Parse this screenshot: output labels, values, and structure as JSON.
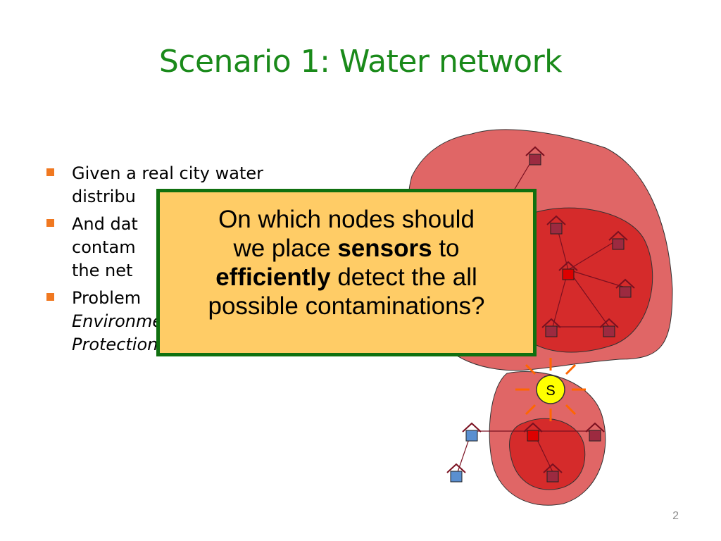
{
  "slide": {
    "title": "Scenario 1: Water network",
    "page_number": "2"
  },
  "bullets": [
    {
      "lines": [
        "Given a real city water",
        "distribu"
      ]
    },
    {
      "lines": [
        "And dat",
        "contam",
        "the net"
      ]
    },
    {
      "lines": [
        "Problem"
      ],
      "italic_lines": [
        "Environmental",
        "Protection Agency"
      ]
    }
  ],
  "callout": {
    "parts": [
      {
        "text": "On which nodes should",
        "bold": false
      },
      {
        "text": "we place ",
        "bold": false
      },
      {
        "text": "sensors",
        "bold": true
      },
      {
        "text": " to",
        "bold": false
      },
      {
        "text": "efficiently",
        "bold": true
      },
      {
        "text": " detect the all",
        "bold": false
      },
      {
        "text": "possible contaminations?",
        "bold": false
      }
    ]
  },
  "network": {
    "sensor_label": "S"
  },
  "colors": {
    "title": "#1a8a1a",
    "bullet": "#f07820",
    "callout_fill": "#ffcc66",
    "callout_border": "#107010",
    "outer_region": "#e06666",
    "inner_region": "#d52b2b",
    "node_contaminated": "#9c2a40",
    "node_source": "#dd0000",
    "node_clean": "#5a8fd0",
    "sensor_fill": "#ffff00",
    "sensor_rays": "#ff6600"
  }
}
